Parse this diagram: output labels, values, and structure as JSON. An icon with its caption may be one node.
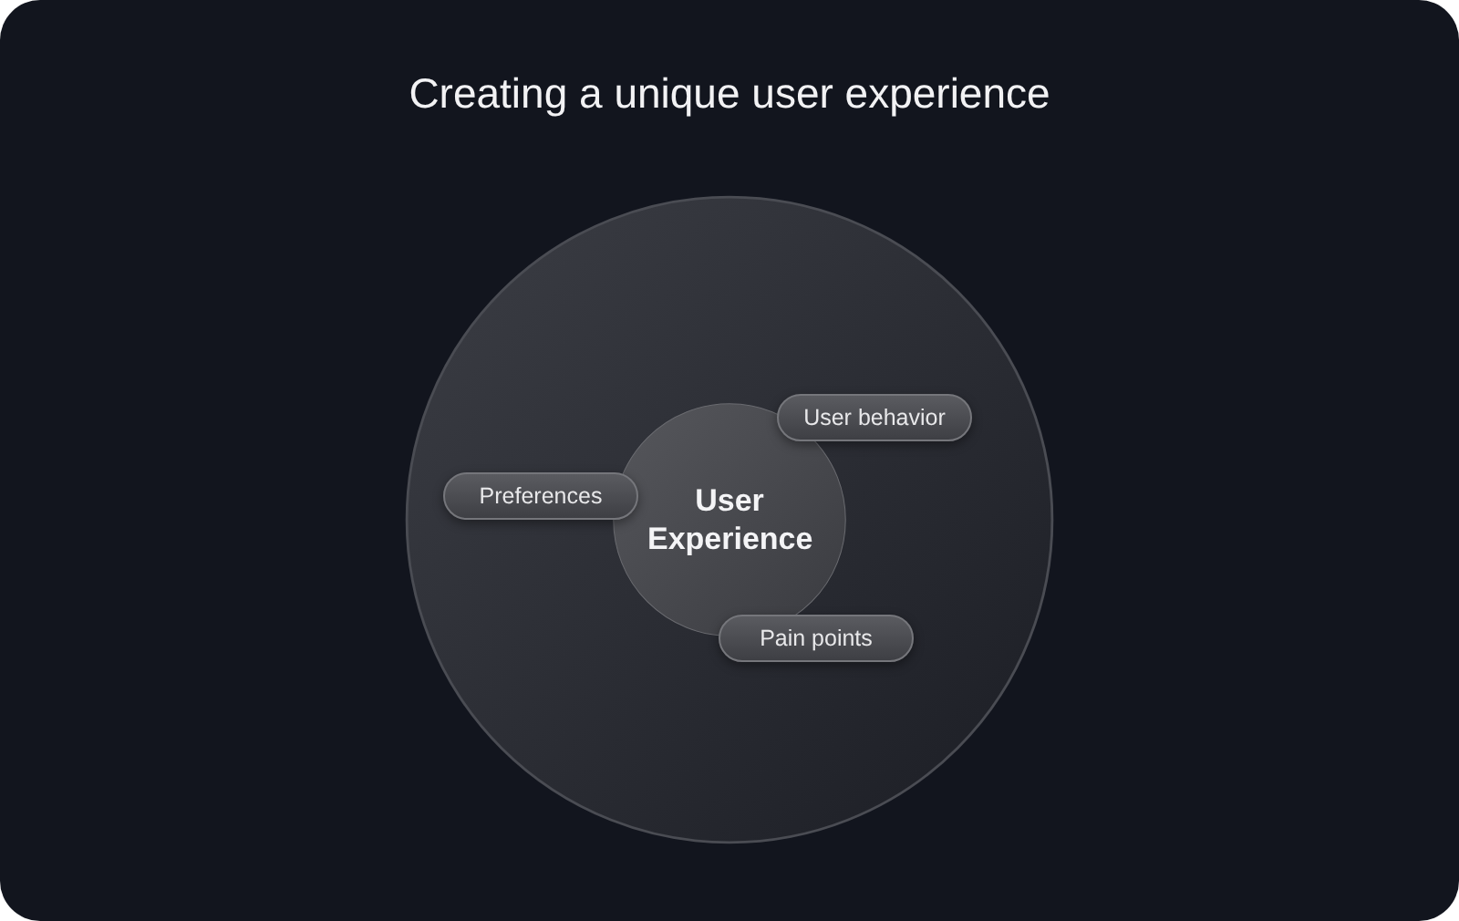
{
  "diagram": {
    "title": "Creating a unique user experience",
    "nodes": [
      {
        "text": [],
        "shape": "circle"
      },
      {
        "text": [
          "User behavior"
        ],
        "in": 0
      },
      {
        "text": [
          "Preferences"
        ],
        "in": 0
      },
      {
        "text": [
          "User Experience"
        ],
        "in": 0
      },
      {
        "text": [
          "Pain points"
        ],
        "in": 0
      }
    ],
    "edges": []
  }
}
